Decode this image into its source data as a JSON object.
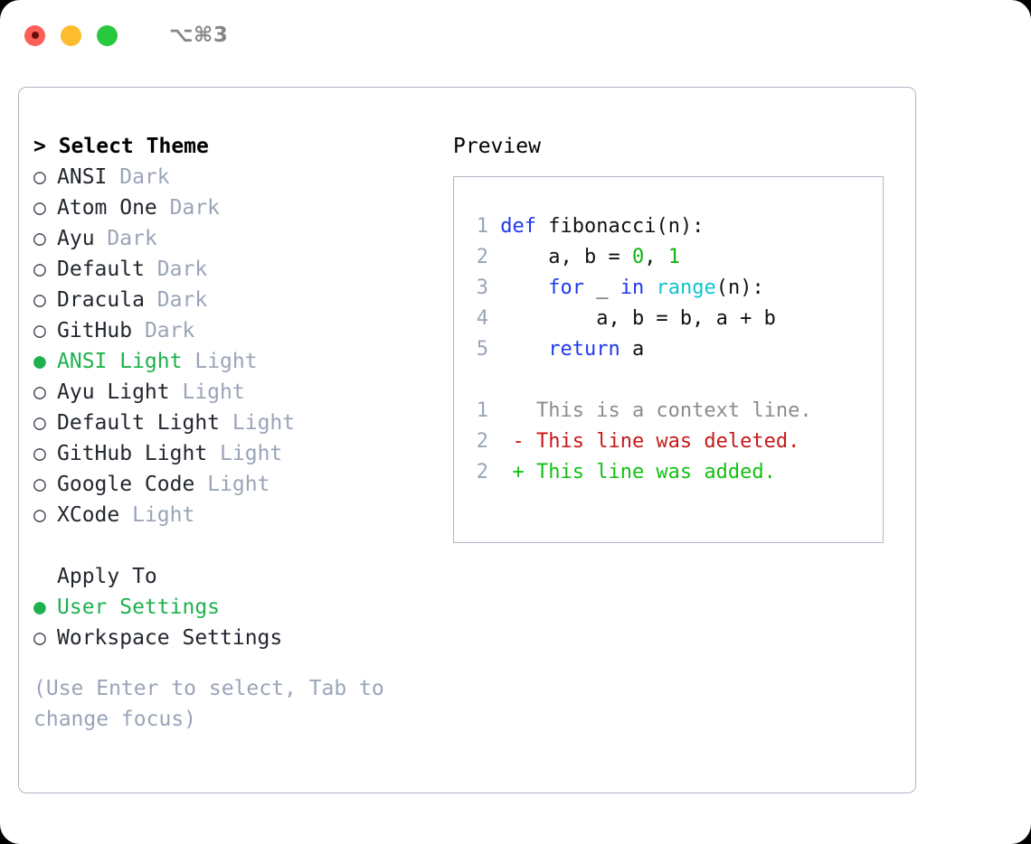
{
  "titlebar": {
    "buttons": [
      {
        "name": "close",
        "color": "#fb5f56"
      },
      {
        "name": "minimize",
        "color": "#fcbc2e"
      },
      {
        "name": "zoom",
        "color": "#28c83f"
      }
    ],
    "shortcut": "⌥⌘3"
  },
  "colors": {
    "accent_green": "#1eb14e",
    "muted": "#9aa4b8",
    "text": "#22262e",
    "border": "#aeb7c6",
    "keyword_blue": "#1f39ec",
    "number_green": "#12b312",
    "call_cyan": "#10c3d0",
    "diff_delete": "#c61a1a",
    "diff_add": "#12c012",
    "diff_context": "#8c8c8c"
  },
  "left": {
    "title": "> Select Theme",
    "themes": [
      {
        "marker": "○",
        "label": "ANSI",
        "suffix": "Dark",
        "selected": false
      },
      {
        "marker": "○",
        "label": "Atom One",
        "suffix": "Dark",
        "selected": false
      },
      {
        "marker": "○",
        "label": "Ayu",
        "suffix": "Dark",
        "selected": false
      },
      {
        "marker": "○",
        "label": "Default",
        "suffix": "Dark",
        "selected": false
      },
      {
        "marker": "○",
        "label": "Dracula",
        "suffix": "Dark",
        "selected": false
      },
      {
        "marker": "○",
        "label": "GitHub",
        "suffix": "Dark",
        "selected": false
      },
      {
        "marker": "●",
        "label": "ANSI Light",
        "suffix": "Light",
        "selected": true
      },
      {
        "marker": "○",
        "label": "Ayu Light",
        "suffix": "Light",
        "selected": false
      },
      {
        "marker": "○",
        "label": "Default Light",
        "suffix": "Light",
        "selected": false
      },
      {
        "marker": "○",
        "label": "GitHub Light",
        "suffix": "Light",
        "selected": false
      },
      {
        "marker": "○",
        "label": "Google Code",
        "suffix": "Light",
        "selected": false
      },
      {
        "marker": "○",
        "label": "XCode",
        "suffix": "Light",
        "selected": false
      }
    ],
    "apply_to": {
      "header": "Apply To",
      "options": [
        {
          "marker": "●",
          "label": "User Settings",
          "selected": true
        },
        {
          "marker": "○",
          "label": "Workspace Settings",
          "selected": false
        }
      ]
    },
    "hint": "(Use Enter to select, Tab to change focus)"
  },
  "right": {
    "title": "Preview",
    "code": {
      "lines": [
        {
          "n": "1",
          "segments": [
            {
              "t": "def",
              "c": "kw"
            },
            {
              "t": " fibonacci(n):",
              "c": "txt"
            }
          ]
        },
        {
          "n": "2",
          "segments": [
            {
              "t": "    a, b = ",
              "c": "txt"
            },
            {
              "t": "0",
              "c": "num"
            },
            {
              "t": ", ",
              "c": "txt"
            },
            {
              "t": "1",
              "c": "num"
            }
          ]
        },
        {
          "n": "3",
          "segments": [
            {
              "t": "    ",
              "c": "txt"
            },
            {
              "t": "for",
              "c": "kw"
            },
            {
              "t": " _ ",
              "c": "txt"
            },
            {
              "t": "in",
              "c": "kw"
            },
            {
              "t": " ",
              "c": "txt"
            },
            {
              "t": "range",
              "c": "call"
            },
            {
              "t": "(n):",
              "c": "txt"
            }
          ]
        },
        {
          "n": "4",
          "segments": [
            {
              "t": "        a, b = b, a + b",
              "c": "txt"
            }
          ]
        },
        {
          "n": "5",
          "segments": [
            {
              "t": "    ",
              "c": "txt"
            },
            {
              "t": "return",
              "c": "kw"
            },
            {
              "t": " a",
              "c": "txt"
            }
          ]
        }
      ],
      "diff": [
        {
          "n": "1",
          "segments": [
            {
              "t": "   This is a context line.",
              "c": "ctx"
            }
          ]
        },
        {
          "n": "2",
          "segments": [
            {
              "t": " - This line was deleted.",
              "c": "del"
            }
          ]
        },
        {
          "n": "2",
          "segments": [
            {
              "t": " + This line was added.",
              "c": "add"
            }
          ]
        }
      ]
    }
  }
}
